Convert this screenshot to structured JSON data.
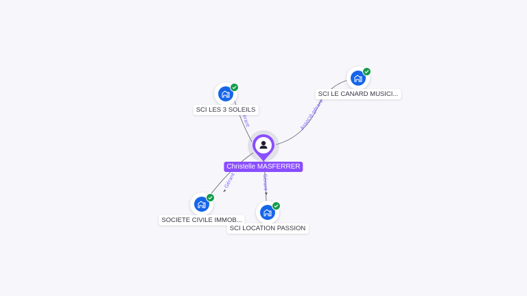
{
  "center_person": {
    "name": "Christelle MASFERRER",
    "icon": "person-icon"
  },
  "companies": [
    {
      "id": "sci-les-3-soleils",
      "name": "SCI LES 3 SOLEILS",
      "icon": "building-icon",
      "status": "check-icon"
    },
    {
      "id": "sci-le-canard",
      "name": "SCI LE CANARD MUSICI...",
      "icon": "building-icon",
      "status": "check-icon"
    },
    {
      "id": "societe-civile",
      "name": "SOCIETE CIVILE IMMOB...",
      "icon": "building-icon",
      "status": "check-icon"
    },
    {
      "id": "sci-location-passion",
      "name": "SCI LOCATION PASSION",
      "icon": "building-icon",
      "status": "check-icon"
    }
  ],
  "relations": [
    {
      "to": "sci-les-3-soleils",
      "label": "Gérant"
    },
    {
      "to": "sci-le-canard",
      "label": "Associé-gérant"
    },
    {
      "to": "societe-civile",
      "label": "Gérant"
    },
    {
      "to": "sci-location-passion",
      "label": "Gérant"
    }
  ],
  "colors": {
    "company_node": "#1565e8",
    "status_active": "#169c4c",
    "person_accent": "#8a4dff",
    "edge_label": "#7b61ff"
  }
}
